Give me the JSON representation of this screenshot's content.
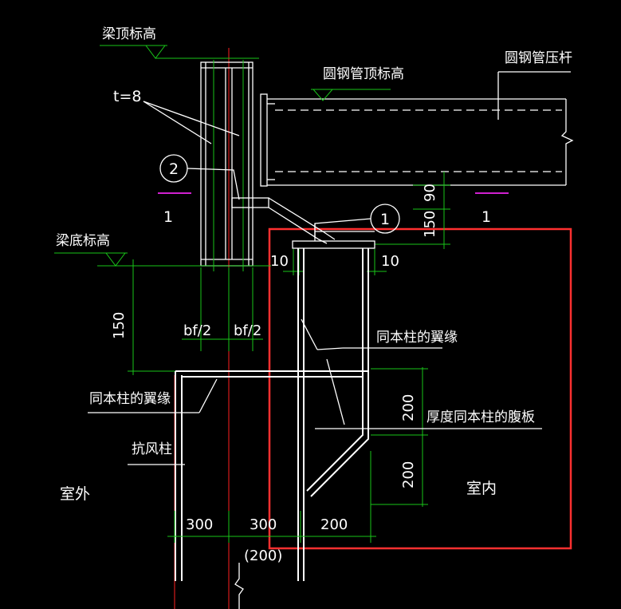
{
  "labels": {
    "beam_top_elev": "梁顶标高",
    "thickness": "t=8",
    "tube_top_elev": "圆钢管顶标高",
    "tube_strut": "圆钢管压杆",
    "beam_bottom_elev": "梁底标高",
    "flange_same_right": "同本柱的翼缘",
    "flange_same_left": "同本柱的翼缘",
    "web_thickness": "厚度同本柱的腹板",
    "wind_column": "抗风柱",
    "outdoor": "室外",
    "indoor": "室内"
  },
  "markers": {
    "detail_2": "2",
    "detail_1": "1",
    "section_left": "1",
    "section_right": "1"
  },
  "dimensions": {
    "d90": "90",
    "d150_top": "150",
    "d150_left": "150",
    "d10_left": "10",
    "d10_right": "10",
    "bf_left": "bf/2",
    "bf_right": "bf/2",
    "d200_upper": "200",
    "d200_lower": "200",
    "d300_a": "300",
    "d300_b": "300",
    "d200_bottom": "200",
    "d200_paren": "(200)"
  },
  "colors": {
    "background": "#000000",
    "line": "#ffffff",
    "dimension": "#19c419",
    "centerline": "#ff2020",
    "section_mark": "#d020d0",
    "selection_box": "#ff3030"
  }
}
